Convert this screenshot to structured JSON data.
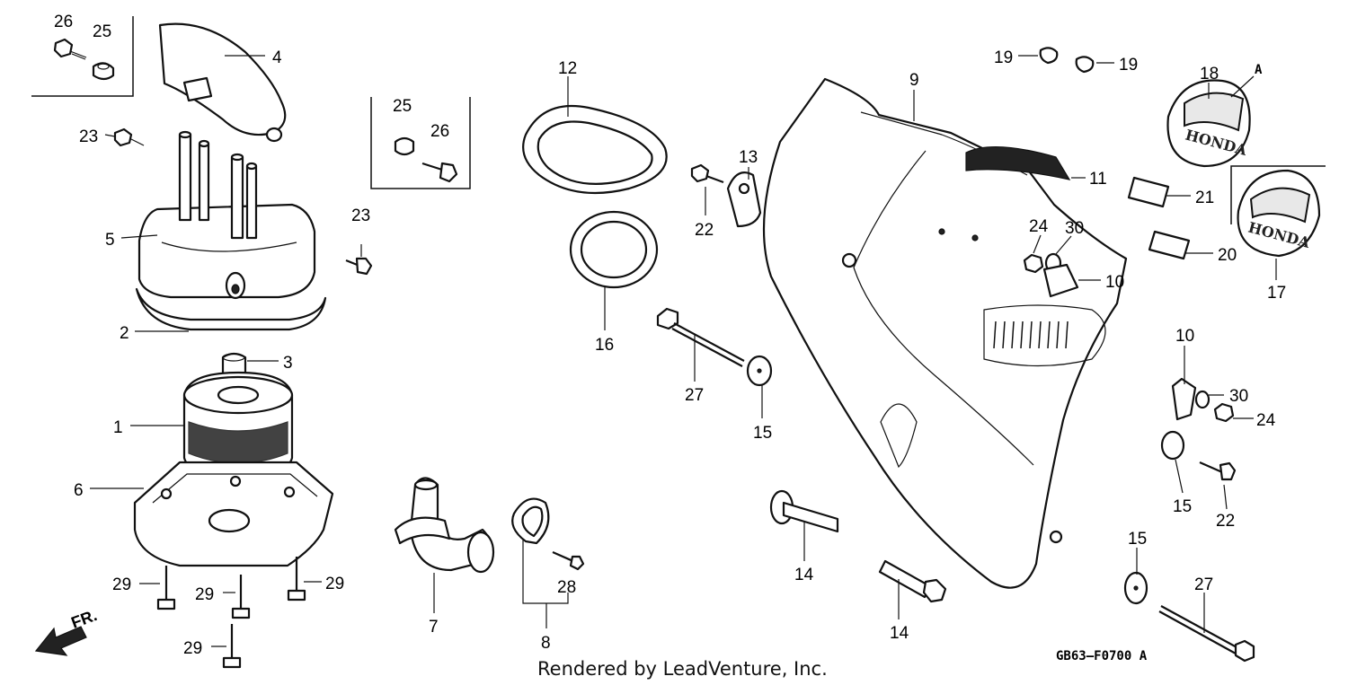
{
  "callouts": {
    "c26a": "26",
    "c25a": "25",
    "c4": "4",
    "c23a": "23",
    "c5": "5",
    "c2": "2",
    "c3": "3",
    "c1": "1",
    "c6": "6",
    "c29a": "29",
    "c29b": "29",
    "c29c": "29",
    "c29d": "29",
    "c25b": "25",
    "c26b": "26",
    "c23b": "23",
    "c12": "12",
    "c16": "16",
    "c13": "13",
    "c22a": "22",
    "c27a": "27",
    "c15a": "15",
    "c7": "7",
    "c8": "8",
    "c28": "28",
    "c9": "9",
    "c11": "11",
    "c24a": "24",
    "c30a": "30",
    "c10a": "10",
    "c10b": "10",
    "c30b": "30",
    "c24b": "24",
    "c15b": "15",
    "c22b": "22",
    "c15c": "15",
    "c27b": "27",
    "c14a": "14",
    "c14b": "14",
    "c19a": "19",
    "c19b": "19",
    "c18": "18",
    "cA": "A",
    "c21": "21",
    "c20": "20",
    "c17": "17"
  },
  "emblem_text": "HONDA",
  "direction_label": "FR.",
  "diagram_code": "GB63–F0700 A",
  "footer_text": "Rendered by LeadVenture, Inc."
}
